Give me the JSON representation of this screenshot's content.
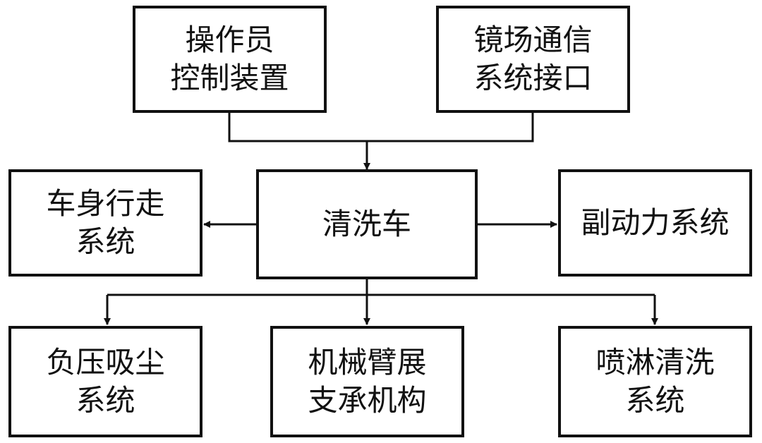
{
  "diagram": {
    "nodes": {
      "operator": {
        "lines": [
          "操作员",
          "控制装置"
        ]
      },
      "mirror_comm": {
        "lines": [
          "镜场通信",
          "系统接口"
        ]
      },
      "body_travel": {
        "lines": [
          "车身行走",
          "系统"
        ]
      },
      "washer": {
        "lines": [
          "清洗车"
        ]
      },
      "aux_power": {
        "lines": [
          "副动力系统"
        ]
      },
      "vacuum": {
        "lines": [
          "负压吸尘",
          "系统"
        ]
      },
      "arm": {
        "lines": [
          "机械臂展",
          "支承机构"
        ]
      },
      "spray": {
        "lines": [
          "喷淋清洗",
          "系统"
        ]
      }
    },
    "edges": [
      {
        "from": "operator",
        "to": "washer"
      },
      {
        "from": "mirror_comm",
        "to": "washer"
      },
      {
        "from": "washer",
        "to": "body_travel"
      },
      {
        "from": "washer",
        "to": "aux_power"
      },
      {
        "from": "washer",
        "to": "vacuum"
      },
      {
        "from": "washer",
        "to": "arm"
      },
      {
        "from": "washer",
        "to": "spray"
      }
    ],
    "colors": {
      "stroke": "#111111",
      "background": "#ffffff"
    }
  }
}
